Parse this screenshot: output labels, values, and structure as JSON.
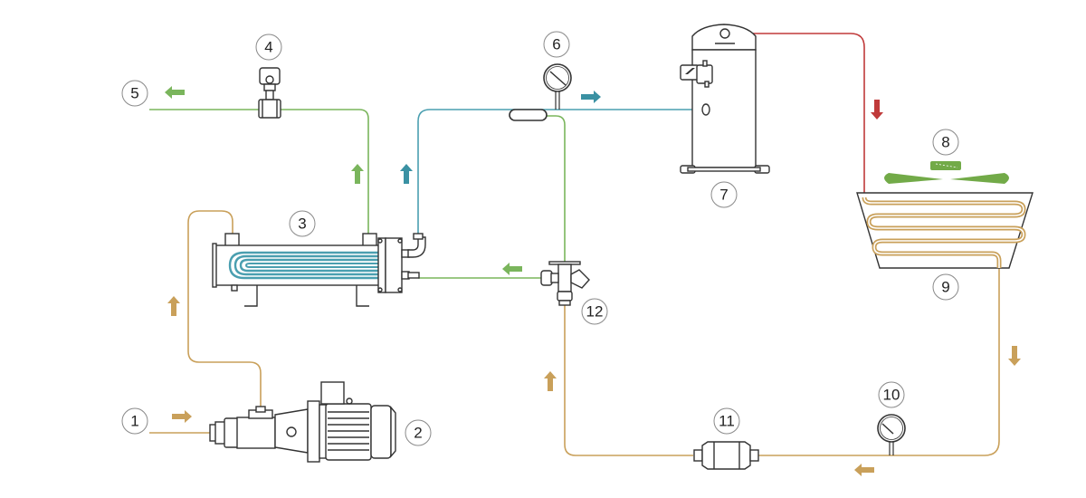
{
  "diagram": {
    "title": "Refrigeration / heat-pump circuit with shell-and-tube heat exchanger",
    "colors": {
      "water_supply": "#c9a05a",
      "water_out": "#7ab55c",
      "suction": "#4a9fb0",
      "discharge": "#c03a3a",
      "liquid": "#c9a05a",
      "fan": "#72aa48",
      "outline": "#333333"
    },
    "components": [
      {
        "id": "1",
        "label": "1",
        "role": "water-inlet"
      },
      {
        "id": "2",
        "label": "2",
        "role": "pump"
      },
      {
        "id": "3",
        "label": "3",
        "role": "heat-exchanger"
      },
      {
        "id": "4",
        "label": "4",
        "role": "valve"
      },
      {
        "id": "5",
        "label": "5",
        "role": "water-outlet"
      },
      {
        "id": "6",
        "label": "6",
        "role": "suction-pressure-gauge"
      },
      {
        "id": "7",
        "label": "7",
        "role": "compressor"
      },
      {
        "id": "8",
        "label": "8",
        "role": "condenser-fan"
      },
      {
        "id": "9",
        "label": "9",
        "role": "condenser"
      },
      {
        "id": "10",
        "label": "10",
        "role": "discharge-pressure-gauge"
      },
      {
        "id": "11",
        "label": "11",
        "role": "filter-drier"
      },
      {
        "id": "12",
        "label": "12",
        "role": "expansion-valve"
      }
    ],
    "flow_arrows": [
      {
        "line": "water-inlet",
        "direction": "right",
        "color": "water_supply"
      },
      {
        "line": "pump-to-exchanger",
        "direction": "up",
        "color": "water_supply"
      },
      {
        "line": "water-outlet",
        "direction": "left",
        "color": "water_out"
      },
      {
        "line": "exchanger-water-out",
        "direction": "up",
        "color": "water_out"
      },
      {
        "line": "suction-riser",
        "direction": "up",
        "color": "suction"
      },
      {
        "line": "suction-to-compressor",
        "direction": "right",
        "color": "suction"
      },
      {
        "line": "discharge",
        "direction": "down",
        "color": "discharge"
      },
      {
        "line": "condenser-out",
        "direction": "down",
        "color": "liquid"
      },
      {
        "line": "liquid-return",
        "direction": "left",
        "color": "liquid"
      },
      {
        "line": "liquid-to-valve",
        "direction": "up",
        "color": "liquid"
      },
      {
        "line": "valve-to-exchanger",
        "direction": "left",
        "color": "water_out"
      }
    ]
  }
}
